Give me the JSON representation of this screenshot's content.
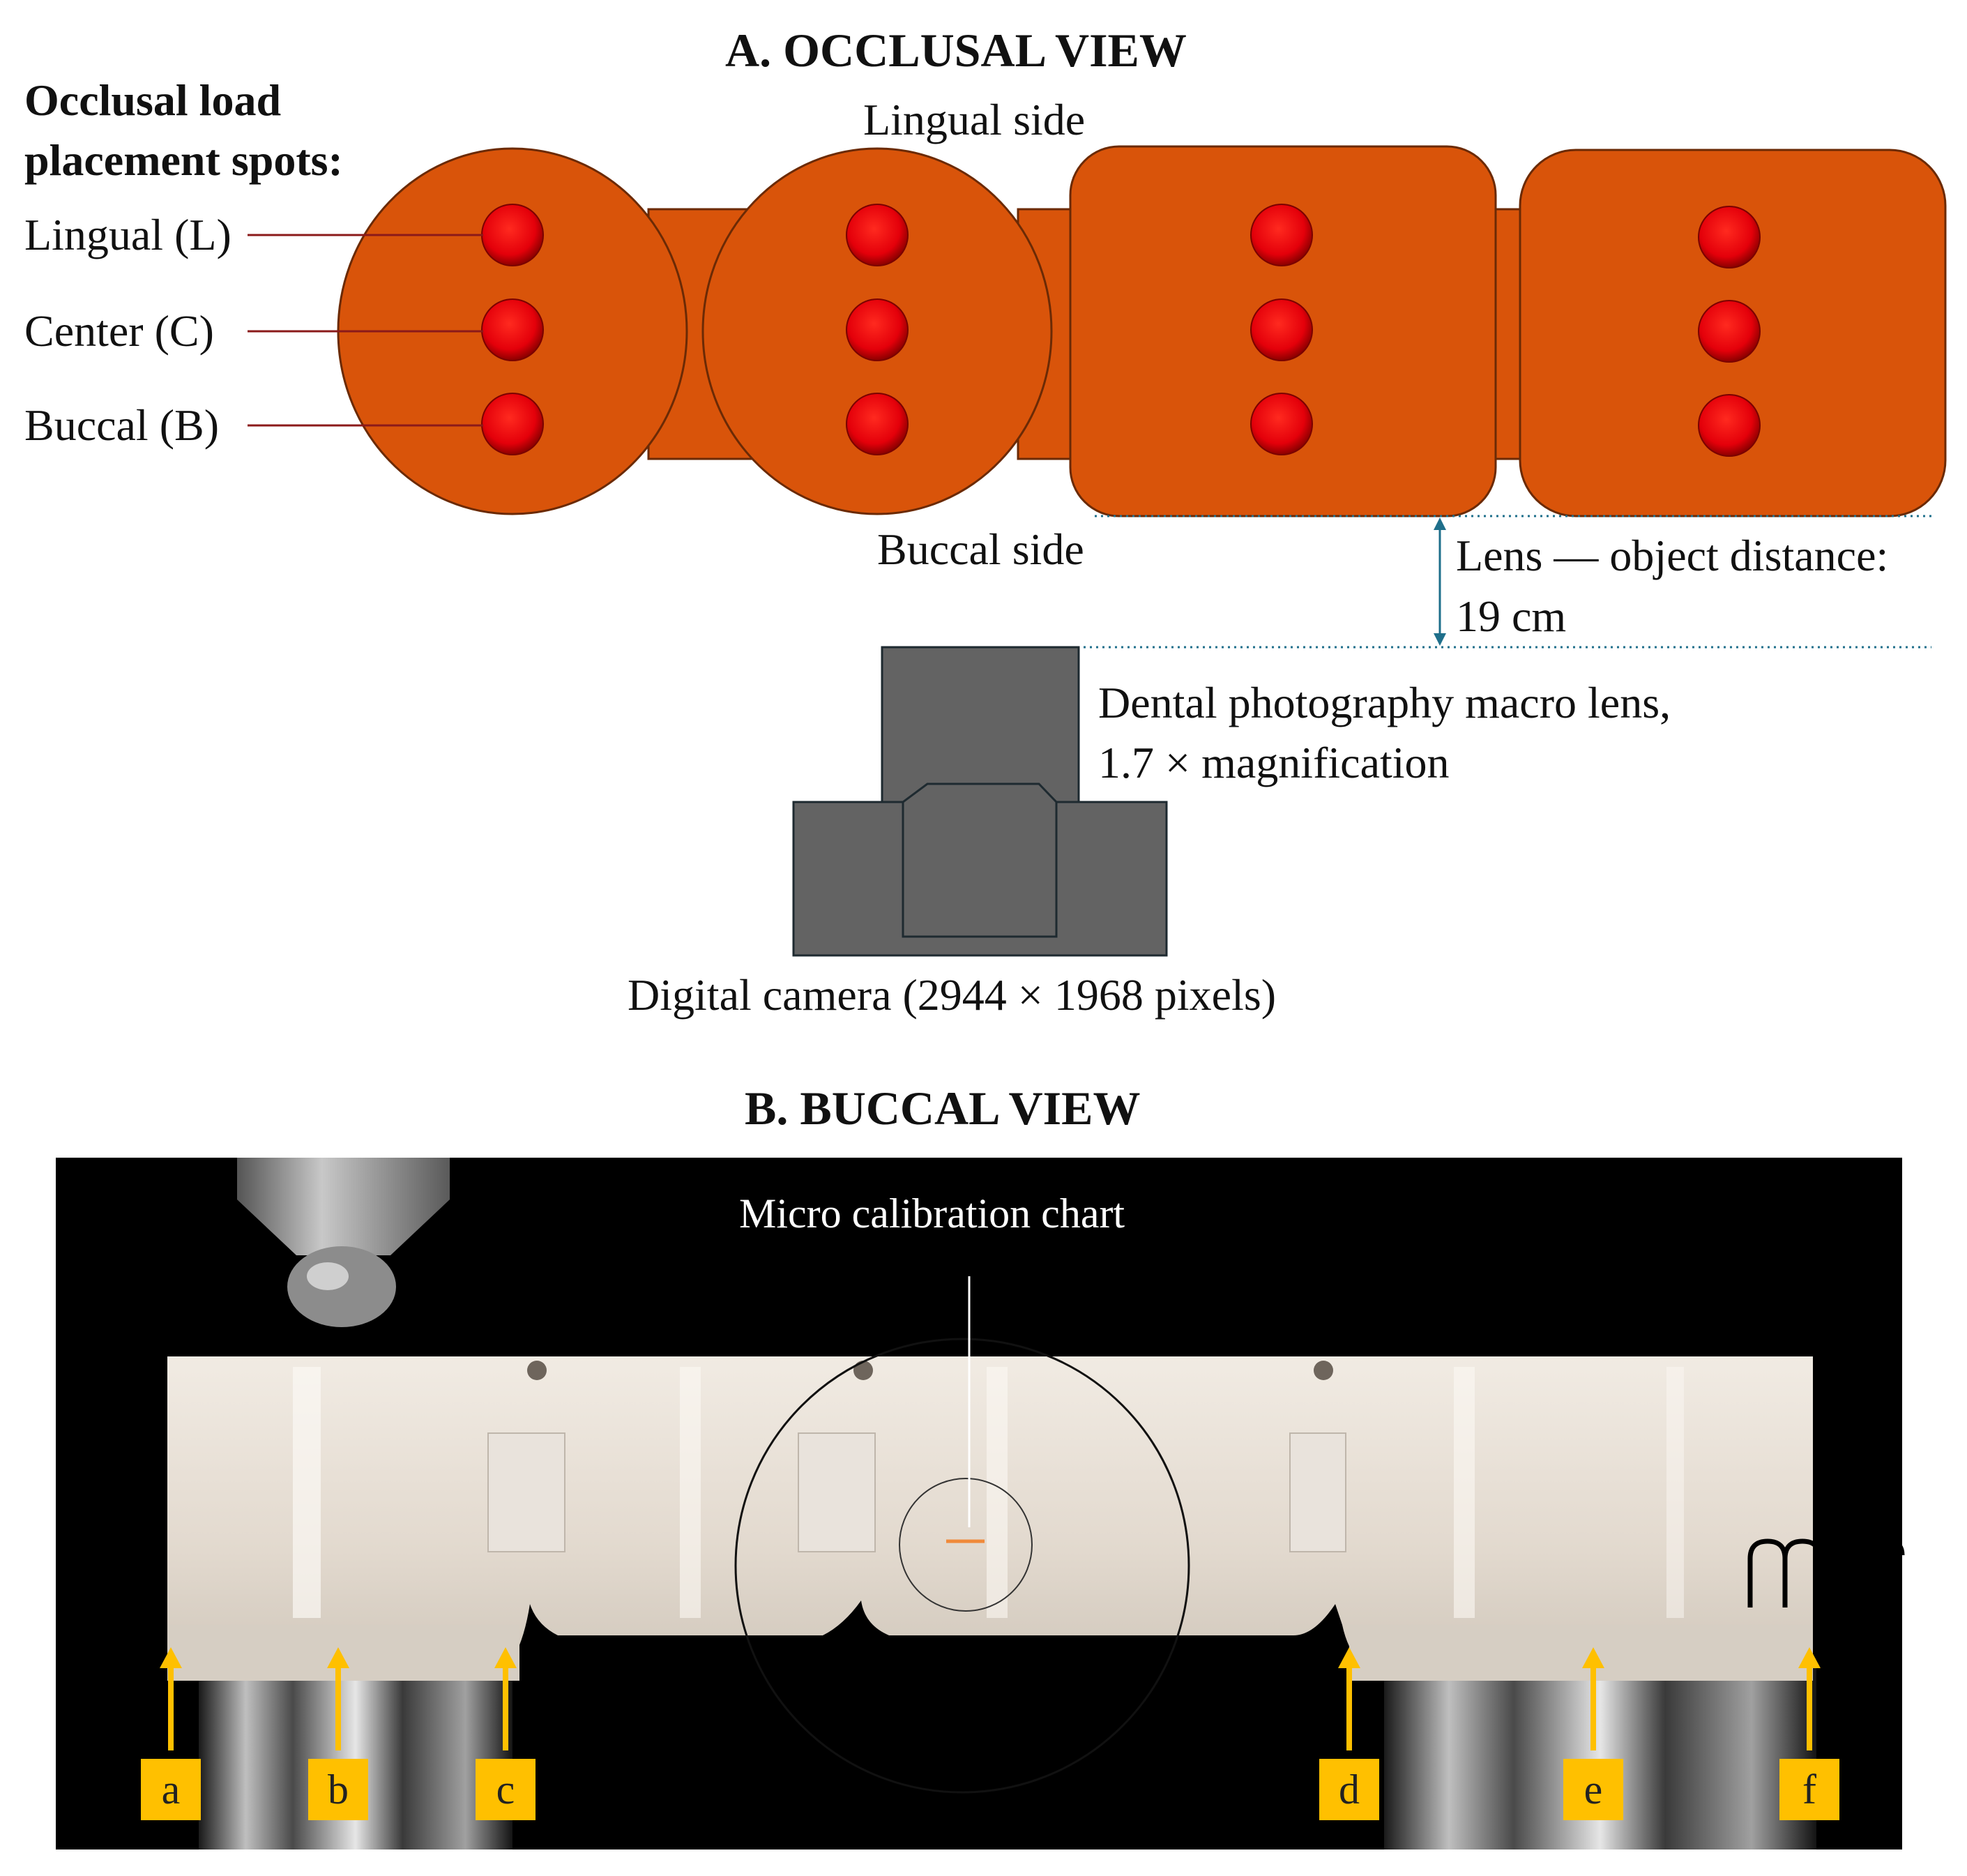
{
  "panel_a": {
    "title": "A. OCCLUSAL VIEW",
    "legend_title_1": "Occlusal load",
    "legend_title_2": "placement spots:",
    "spots": [
      "Lingual (L)",
      "Center (C)",
      "Buccal (B)"
    ],
    "lingual_side": "Lingual side",
    "buccal_side": "Buccal side",
    "distance_label_1": "Lens — object distance:",
    "distance_label_2": "19 cm",
    "lens_label_1": "Dental photography macro lens,",
    "lens_label_2": "1.7 × magnification",
    "camera_label": "Digital camera (2944 × 1968 pixels)",
    "colors": {
      "tooth": "#d9540a",
      "spot": "#e8000b",
      "camera": "#636363",
      "leader": "#8b1a1a",
      "dim": "#1f6f8b"
    }
  },
  "panel_b": {
    "title": "B. BUCCAL VIEW",
    "chart_label": "Micro calibration chart",
    "markers": [
      "a",
      "b",
      "c",
      "d",
      "e",
      "f"
    ],
    "scale_text": "mm",
    "colors": {
      "marker": "#ffc000",
      "background": "#000000",
      "model": "#e8e0d6"
    }
  }
}
